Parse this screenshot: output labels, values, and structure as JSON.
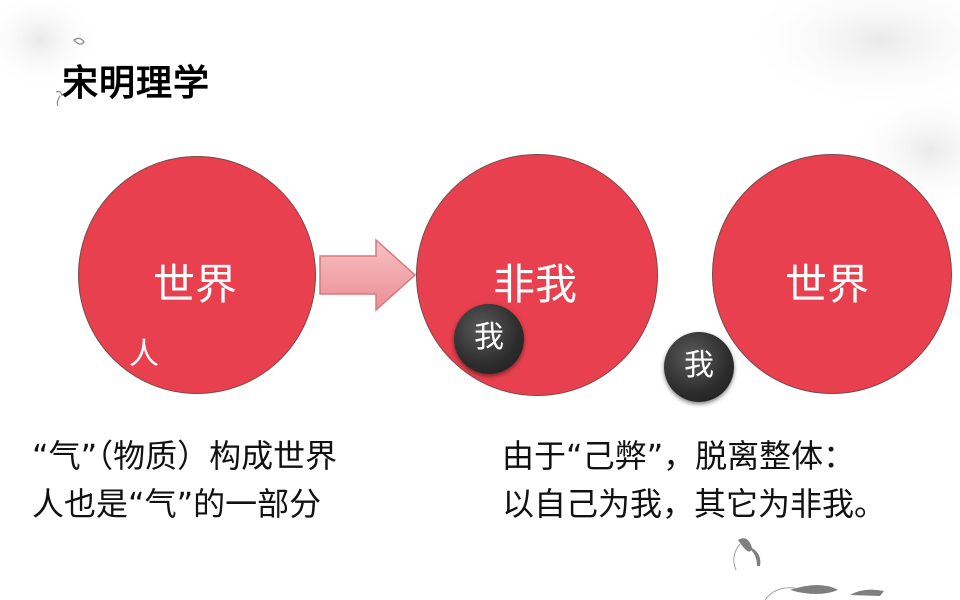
{
  "slide": {
    "title": "宋明理学",
    "circles": [
      {
        "label": "世界",
        "inner_label": "人"
      },
      {
        "label": "非我",
        "badge": "我"
      },
      {
        "label": "世界"
      }
    ],
    "outside_badge": "我",
    "captions": {
      "left": [
        "“气”（物质）构成世界",
        "人也是“气”的一部分"
      ],
      "right": [
        "由于“己弊”，脱离整体：",
        "以自己为我，其它为非我。"
      ]
    },
    "colors": {
      "circle_fill": "#e8404e",
      "self_badge": "#2c2c2c",
      "arrow_fill": "#f3a8ac"
    },
    "icons": [
      "right-arrow-icon"
    ]
  }
}
